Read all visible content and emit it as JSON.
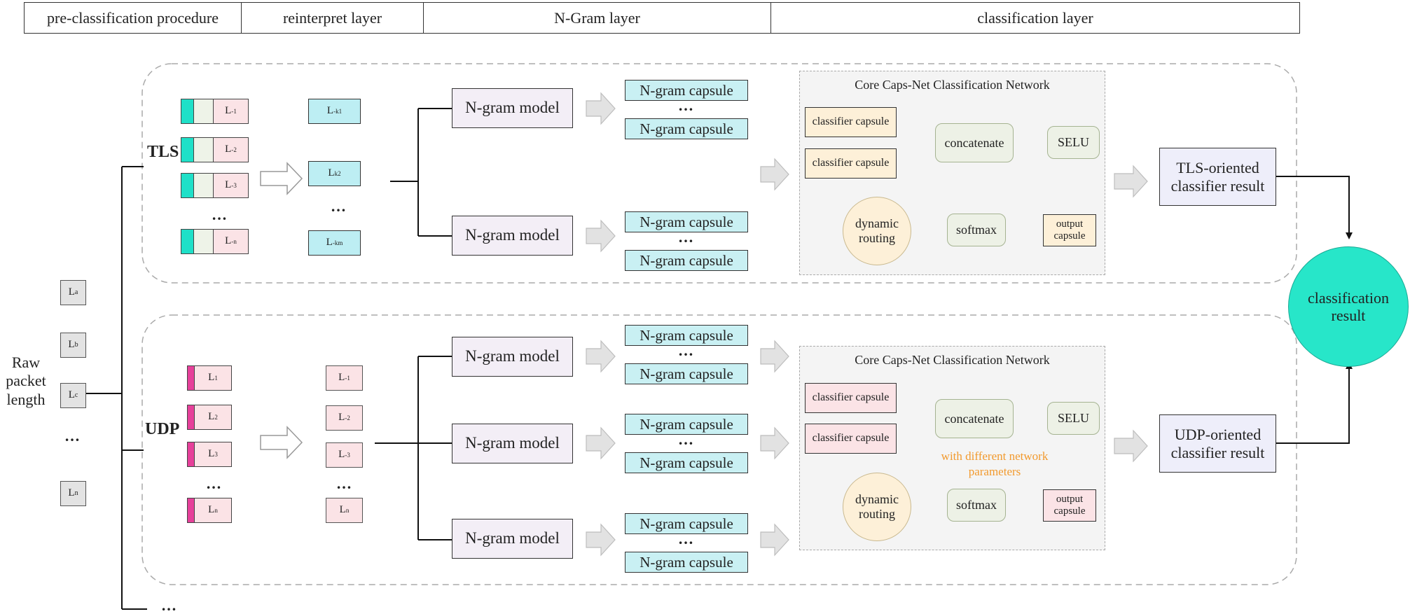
{
  "header": {
    "stages": [
      "pre-classification procedure",
      "reinterpret layer",
      "N-Gram layer",
      "classification layer"
    ]
  },
  "input": {
    "label": "Raw packet length",
    "packets": [
      "L",
      "L",
      "L",
      "L"
    ],
    "packet_subs": [
      "a",
      "b",
      "c",
      "n"
    ],
    "ellipsis": "…"
  },
  "branches": {
    "tls_label": "TLS",
    "udp_label": "UDP",
    "more": "…"
  },
  "tls": {
    "segments": [
      "L",
      "L",
      "L",
      "L"
    ],
    "segment_subs": [
      "-1",
      "-2",
      "-3",
      "-n"
    ],
    "reinterpreted": [
      "L",
      "L",
      "L"
    ],
    "reinterpreted_subs": [
      "-k1",
      "k2",
      "-km"
    ],
    "ellipsis": "…",
    "ngram_models": [
      "N-gram model",
      "N-gram model"
    ],
    "capsule": "N-gram capsule",
    "core_title": "Core Caps-Net Classification Network",
    "classifier_capsule": "classifier capsule",
    "concatenate": "concatenate",
    "selu": "SELU",
    "dynamic_routing": "dynamic routing",
    "softmax": "softmax",
    "output_capsule": "output capsule",
    "result": "TLS-oriented classifier result"
  },
  "udp": {
    "segments": [
      "L",
      "L",
      "L",
      "L"
    ],
    "segment_subs": [
      "1",
      "2",
      "3",
      "n"
    ],
    "reinterpreted": [
      "L",
      "L",
      "L",
      "L"
    ],
    "reinterpreted_subs": [
      "-1",
      "-2",
      "-3",
      "n"
    ],
    "ellipsis": "…",
    "ngram_models": [
      "N-gram model",
      "N-gram model",
      "N-gram model"
    ],
    "capsule": "N-gram capsule",
    "core_title": "Core Caps-Net Classification Network",
    "classifier_capsule": "classifier capsule",
    "concatenate": "concatenate",
    "selu": "SELU",
    "note": "with different network parameters",
    "dynamic_routing": "dynamic routing",
    "softmax": "softmax",
    "output_capsule": "output capsule",
    "result": "UDP-oriented classifier result"
  },
  "final": {
    "result": "classification result"
  },
  "colors": {
    "tls_marker": "#1fe0c8",
    "udp_marker": "#e6409a",
    "final_circle": "#27e6c9",
    "note_text": "#f29a2e",
    "arrow_fill": "#e2e2e2",
    "green_arrow": "#dbe8cf"
  }
}
